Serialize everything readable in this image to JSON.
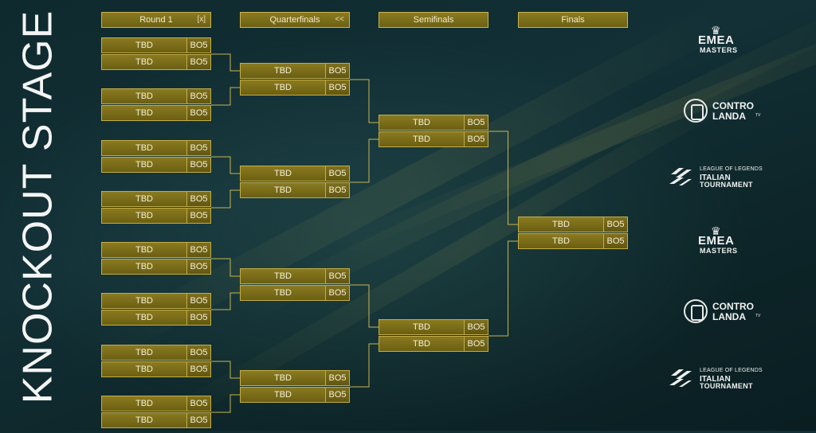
{
  "title": "KNOCKOUT STAGE",
  "headers": [
    {
      "label": "Round 1",
      "control": "[x]"
    },
    {
      "label": "Quarterfinals",
      "control": "<<"
    },
    {
      "label": "Semifinals",
      "control": ""
    },
    {
      "label": "Finals",
      "control": ""
    }
  ],
  "slot": {
    "team": "TBD",
    "bo": "BO5"
  },
  "logos": [
    {
      "type": "emea",
      "line1": "EMEA",
      "line2": "MASTERS"
    },
    {
      "type": "contro",
      "line1": "CONTRO",
      "line2": "LANDA",
      "tv": "TV"
    },
    {
      "type": "lol",
      "line1": "LEAGUE OF LEGENDS",
      "line2": "ITALIAN",
      "line3": "TOURNAMENT"
    },
    {
      "type": "emea",
      "line1": "EMEA",
      "line2": "MASTERS"
    },
    {
      "type": "contro",
      "line1": "CONTRO",
      "line2": "LANDA",
      "tv": "TV"
    },
    {
      "type": "lol",
      "line1": "LEAGUE OF LEGENDS",
      "line2": "ITALIAN",
      "line3": "TOURNAMENT"
    }
  ]
}
